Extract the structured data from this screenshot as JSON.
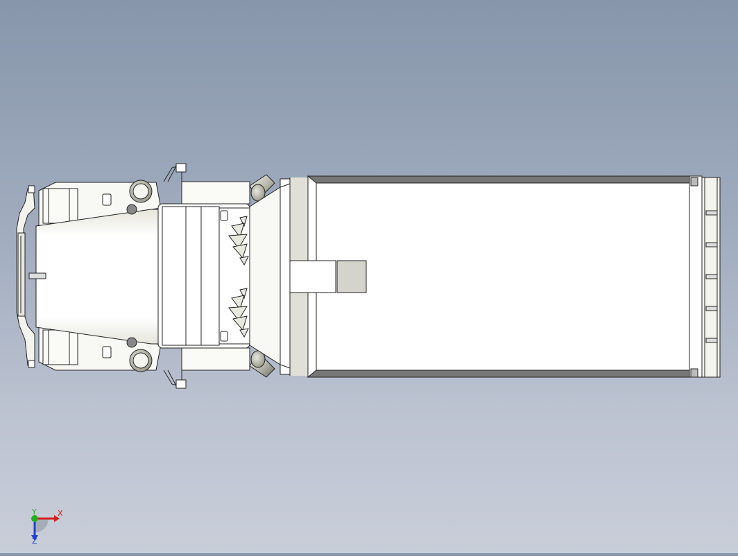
{
  "viewport": {
    "background_top": "#8796ab",
    "background_bottom": "#c9ced9",
    "model": "truck-top-view",
    "line_color": "#222222",
    "fill_color": "#ffffff"
  },
  "triad": {
    "x_label": "X",
    "y_label": "Y",
    "z_label": "Z",
    "x_color": "#d42020",
    "y_color": "#20b020",
    "z_color": "#2040d0"
  }
}
